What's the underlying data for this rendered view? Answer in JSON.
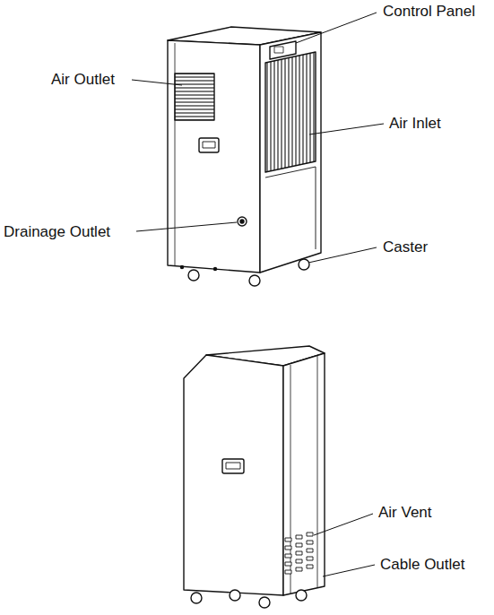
{
  "diagram": {
    "labels": [
      "Control Panel",
      "Air Outlet",
      "Air Inlet",
      "Drainage Outlet",
      "Caster",
      "Air Vent",
      "Cable Outlet"
    ]
  }
}
